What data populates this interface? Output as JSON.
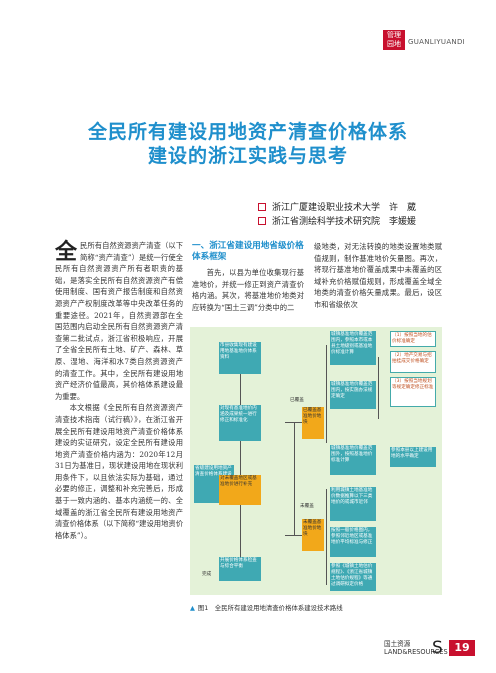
{
  "header": {
    "logo_line1": "管理",
    "logo_line2": "园地",
    "column_pinyin": "GUANLIYUANDI"
  },
  "title": {
    "line1": "全民所有建设用地资产清查价格体系",
    "line2": "建设的浙江实践与思考"
  },
  "authors": [
    {
      "text": "浙江广厦建设职业技术大学　许　葳"
    },
    {
      "text": "浙江省测绘科学技术研究院　李媛媛"
    }
  ],
  "body": {
    "dropcap": "全",
    "col1_p1": "民所有自然资源资产清查（以下简称“资产清查”）是统一行使全民所有自然资源资产所有者职责的基础，是落实全民所有自然资源资产有偿使用制度、国有资产报告制度和自然资源资产产权制度改革等中央改革任务的重要途径。2021年，自然资源部在全国范围内启动全民所有自然资源资产清查第二批试点，浙江省积极响应，开展了全省全民所有土地、矿产、森林、草原、湿地、海洋和水7类自然资源资产的清查工作。其中，全民所有建设用地资产经济价值最高，其价格体系建设最为重要。",
    "col1_p2": "本文根据《全民所有自然资源资产清查技术指南（试行稿）》，在浙江省开展全民所有建设用地资产清查价格体系建设的实证研究，设定全民所有建设用地资产清查价格内涵为：2020年12月31日为基准日，现状建设用地在现状利用条件下，以且依法实际为基础，通过必要的修正，调整和补充完善后，形成基于一致内涵的、基本内涵统一的、全域覆盖的浙江省全民所有建设用地资产清查价格体系（以下简称“建设用地资价格体系”）。",
    "sec_heading": "一、浙江省建设用地省级价格体系框架",
    "col2": "首先，以县为单位收集现行基准地价，并统一修正到资产清查价格内涵。其次，将基准地价地类对应转换为“国土三调”分类中的二",
    "col3": "级地类，对无法转换的地类设置地类赋值规则，制作基准地价矢量图。再次，将现行基准地价覆盖成果中未覆盖的区域补充价格赋值规则，形成覆盖全域全地类的清查价格矢量成果。最后，设区市和省级依次"
  },
  "figure": {
    "left_main": "省级建设用地资产清查价格体系建设",
    "step1": "市县收集现有建设用地基准地价体系资料",
    "step2": "对现有基准地价内涵及成果统一进行修正和标准化",
    "step3": "对未覆盖地区或基准地价进行补充",
    "step4": "开展价格体系检查与综合平衡",
    "mid_a": "已覆盖基准地价地块",
    "mid_b": "未覆盖基准地价地块",
    "a1": "城镇基准地价覆盖范围内，参照本市或本县土地级别或基准地价标准计算",
    "a2": "城镇基准地价覆盖范围内，按实施办法规定确定",
    "a3": "城镇基准地价覆盖范围外，按照基准地价标准计算",
    "b1": "利用城镇土地基准地价数据推算以下三类地价的或城市近邻",
    "b2": "按照一般价格图内，参照邻近地区或基准地价平均标准与修正",
    "b3": "参照《城镇土地估价规程》、《浙江省城镇土地估价规程》等通过调研拟定价格",
    "r1": "（1）按照当地的估价标准确定",
    "r2": "（2）地产交易与招拍挂成交价格确定",
    "r3": "（3）按照当地规划等规定确定修正标准",
    "r4": "参照本县以上建设用地的水平确定",
    "lbl_a": "已覆盖",
    "lbl_b": "未覆盖",
    "lbl_c": "完成"
  },
  "caption": {
    "marker": "▲",
    "text": "图1　全民所有建设用地清查价格体系建设技术路线"
  },
  "footer": {
    "mag_cn": "国土资源",
    "mag_en": "LAND&RESOURCES",
    "letter": "S",
    "page": "19"
  }
}
